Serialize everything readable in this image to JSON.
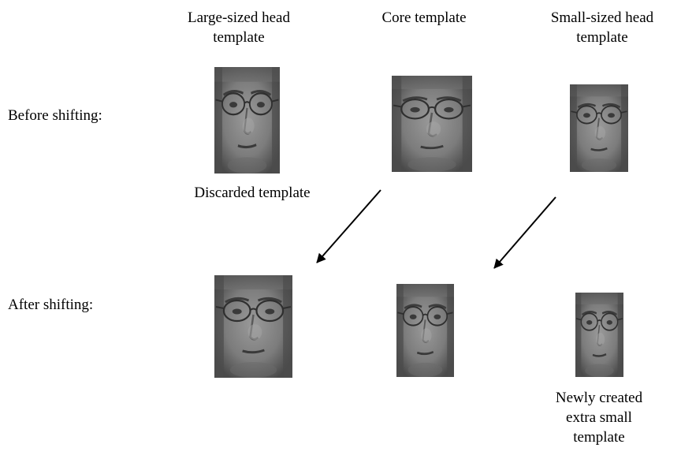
{
  "column_labels": {
    "large": "Large-sized head\ntemplate",
    "core": "Core template",
    "small": "Small-sized head\ntemplate"
  },
  "row_labels": {
    "before": "Before shifting:",
    "after": "After shifting:"
  },
  "annotations": {
    "discarded": "Discarded template",
    "newly_created": "Newly created\nextra small\ntemplate"
  },
  "images": {
    "before": [
      "face-photo",
      "face-photo",
      "face-photo"
    ],
    "after": [
      "face-photo",
      "face-photo",
      "face-photo"
    ]
  },
  "colors": {
    "text": "#000000",
    "arrow": "#000000",
    "photo_tone": "#7a7a7a"
  }
}
